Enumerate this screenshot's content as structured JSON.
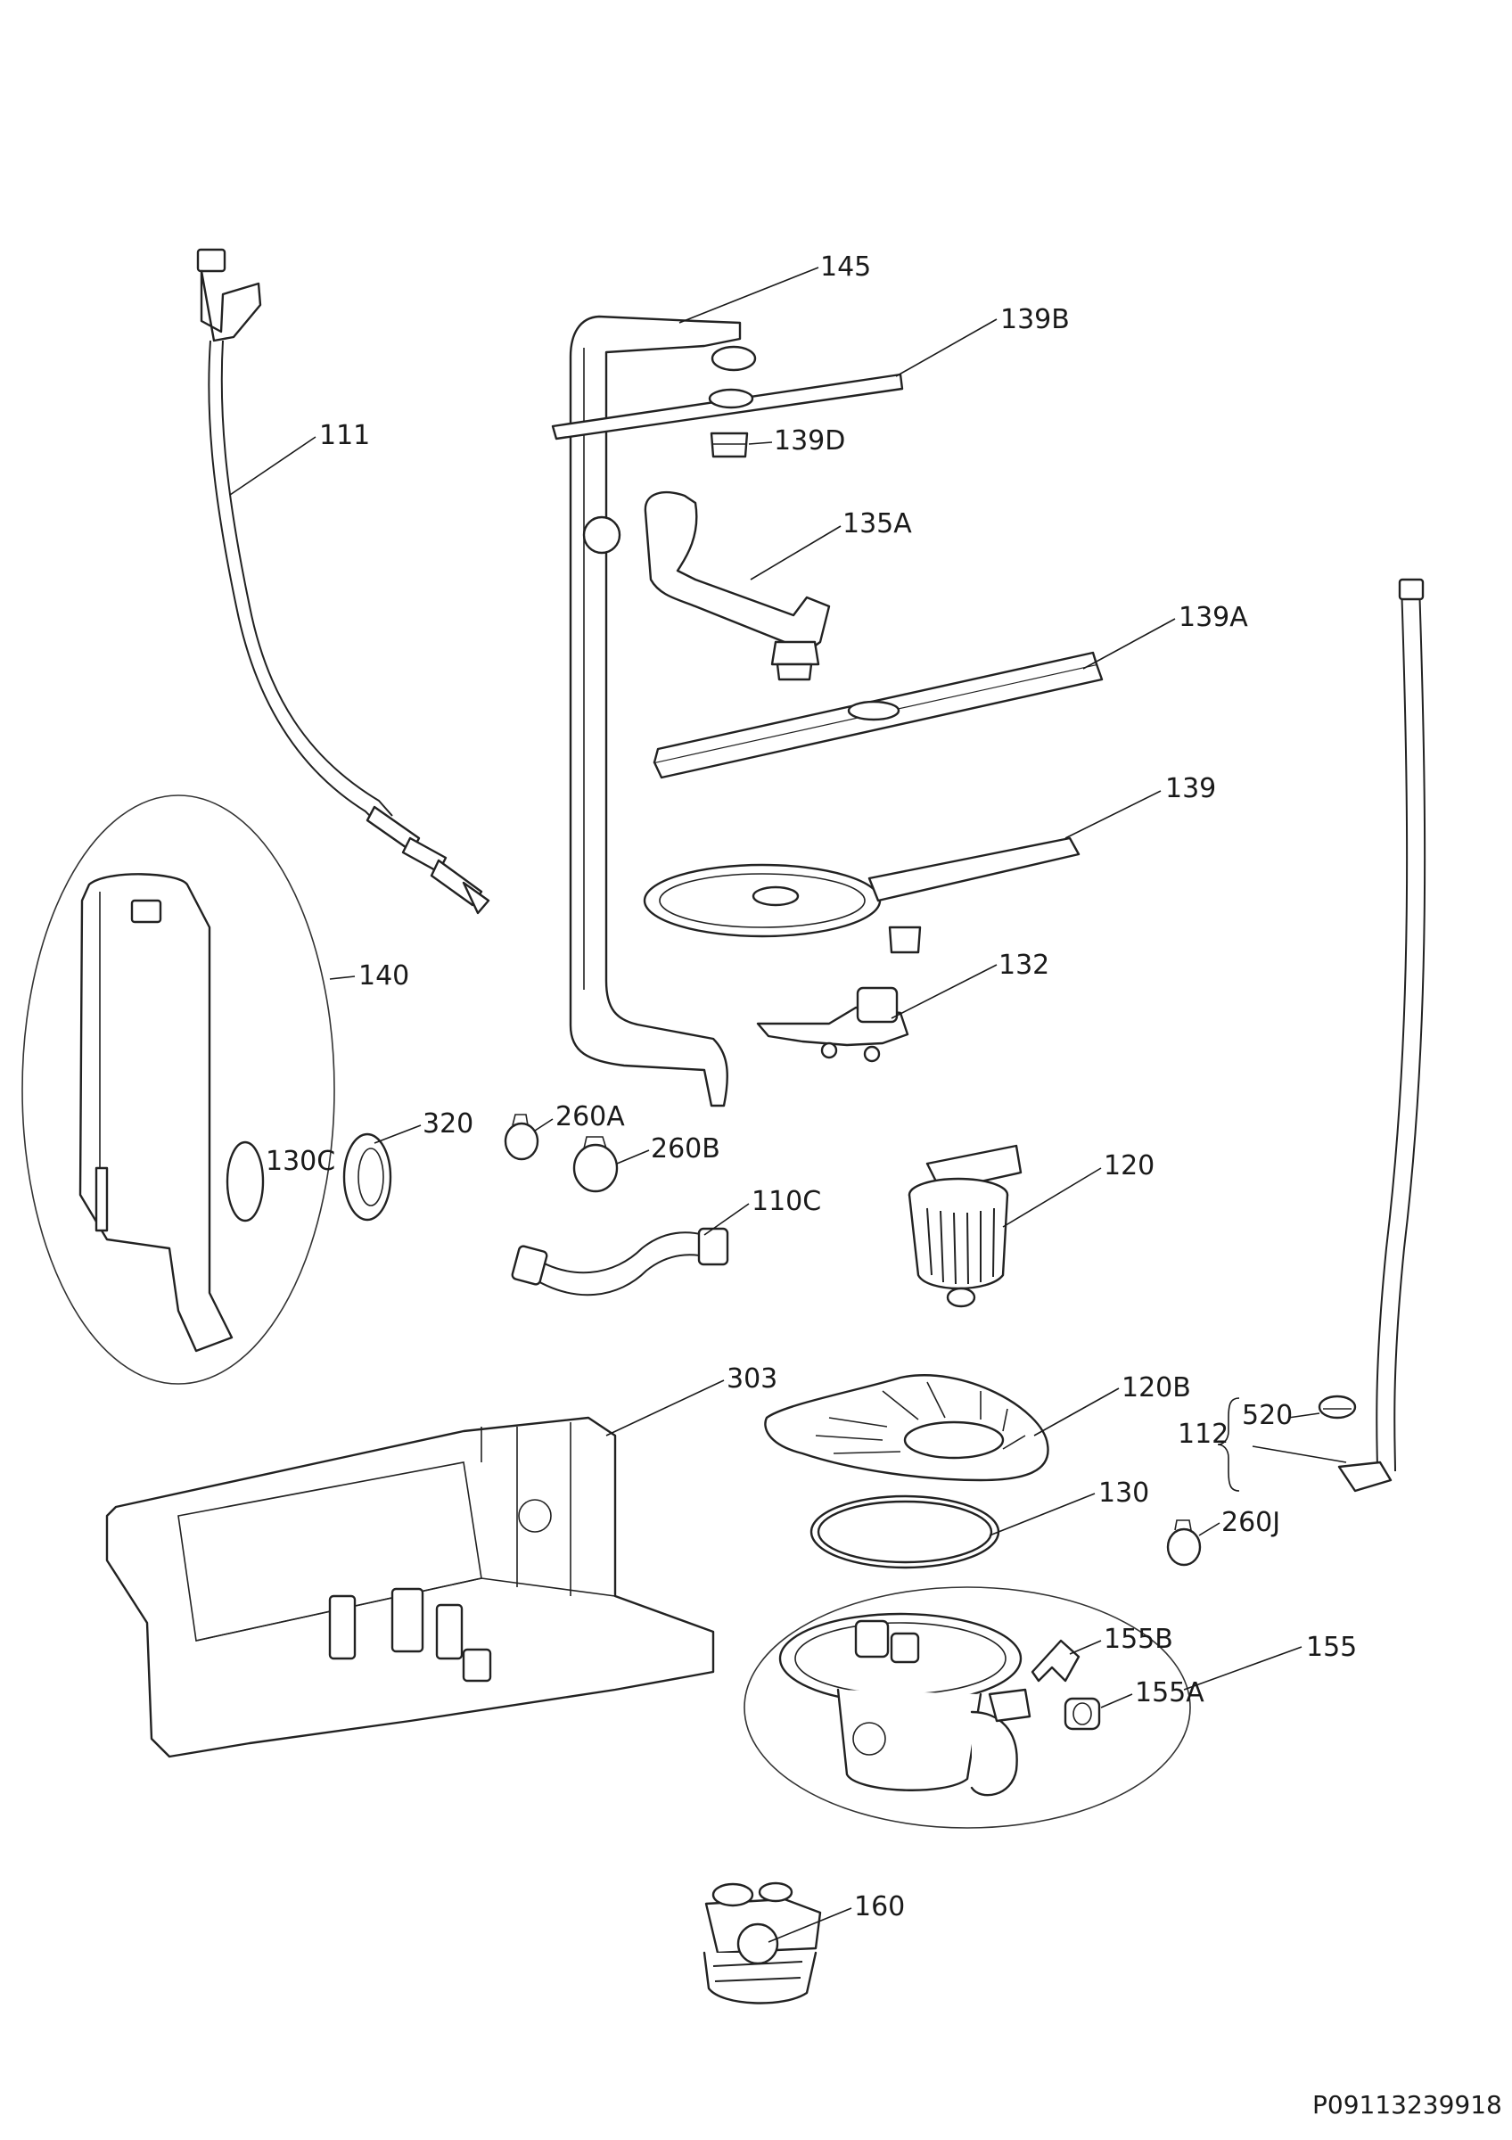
{
  "drawing_code": "P09113239918",
  "labels": {
    "l145": "145",
    "l139B": "139B",
    "l111": "111",
    "l139D": "139D",
    "l135A": "135A",
    "l139A": "139A",
    "l139": "139",
    "l140": "140",
    "l132": "132",
    "l320": "320",
    "l260A": "260A",
    "l130C": "130C",
    "l260B": "260B",
    "l120": "120",
    "l110C": "110C",
    "l303": "303",
    "l120B": "120B",
    "l520": "520",
    "l112": "112",
    "l130": "130",
    "l260J": "260J",
    "l155B": "155B",
    "l155": "155",
    "l155A": "155A",
    "l160": "160"
  }
}
